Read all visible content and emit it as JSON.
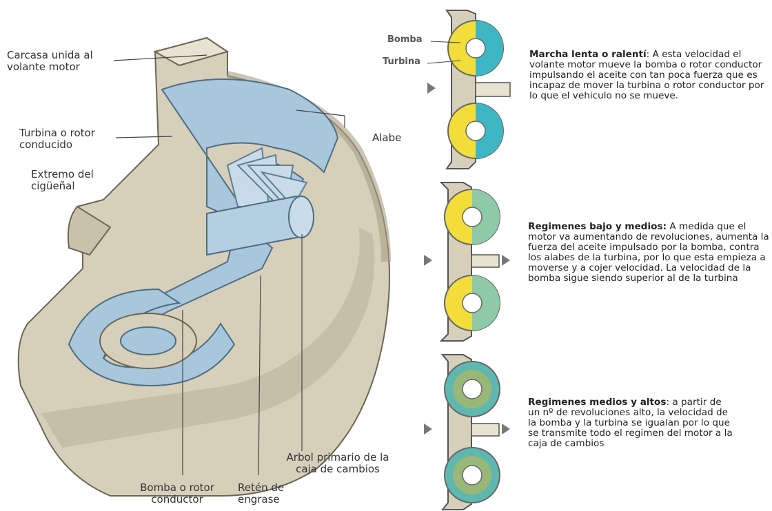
{
  "labels": {
    "carcasa": "Carcasa unida al\nvolante motor",
    "turbina_rotor": "Turbina o rotor\nconducido",
    "extremo": "Extremo del\ncigüeñal",
    "alabe": "Alabe",
    "bomba_rotor": "Bomba o rotor\nconductor",
    "reten": "Retén de\nengrase",
    "arbol": "Arbol primario de la\ncaja de cambios",
    "bomba_small": "Bomba",
    "turbina_small": "Turbina"
  },
  "descriptions": [
    {
      "title": "Marcha lenta o ralentí",
      "sep": ": ",
      "text": "A esta velocidad el volante motor mueve la bomba o rotor conductor impulsando el aceite con tan poca fuerza que es incapaz de mover la turbina o rotor conductor por lo que el vehiculo no se mueve."
    },
    {
      "title": "Regimenes bajo y medios:",
      "sep": " ",
      "text": "A medida que el motor va aumentando de revoluciones, aumenta la fuerza del aceite impulsado por la bomba, contra los alabes de la turbina, por lo que esta empieza a moverse y a cojer velocidad. La velocidad de la bomba sigue siendo superior al de la turbina"
    },
    {
      "title": "Regimenes medios y altos",
      "sep": ": ",
      "text": "a partir de un nº de revoluciones alto, la velocidad de la bomba y la turbina se igualan por lo que se transmite todo el regimen del motor a la caja de cambios"
    }
  ],
  "colors": {
    "housing": "#d9d2bd",
    "housing_dark": "#a89f86",
    "blue": "#a9c7dc",
    "blue_dark": "#6f94ad",
    "yellow": "#f2dd3a",
    "teal": "#3fb6c4"
  }
}
